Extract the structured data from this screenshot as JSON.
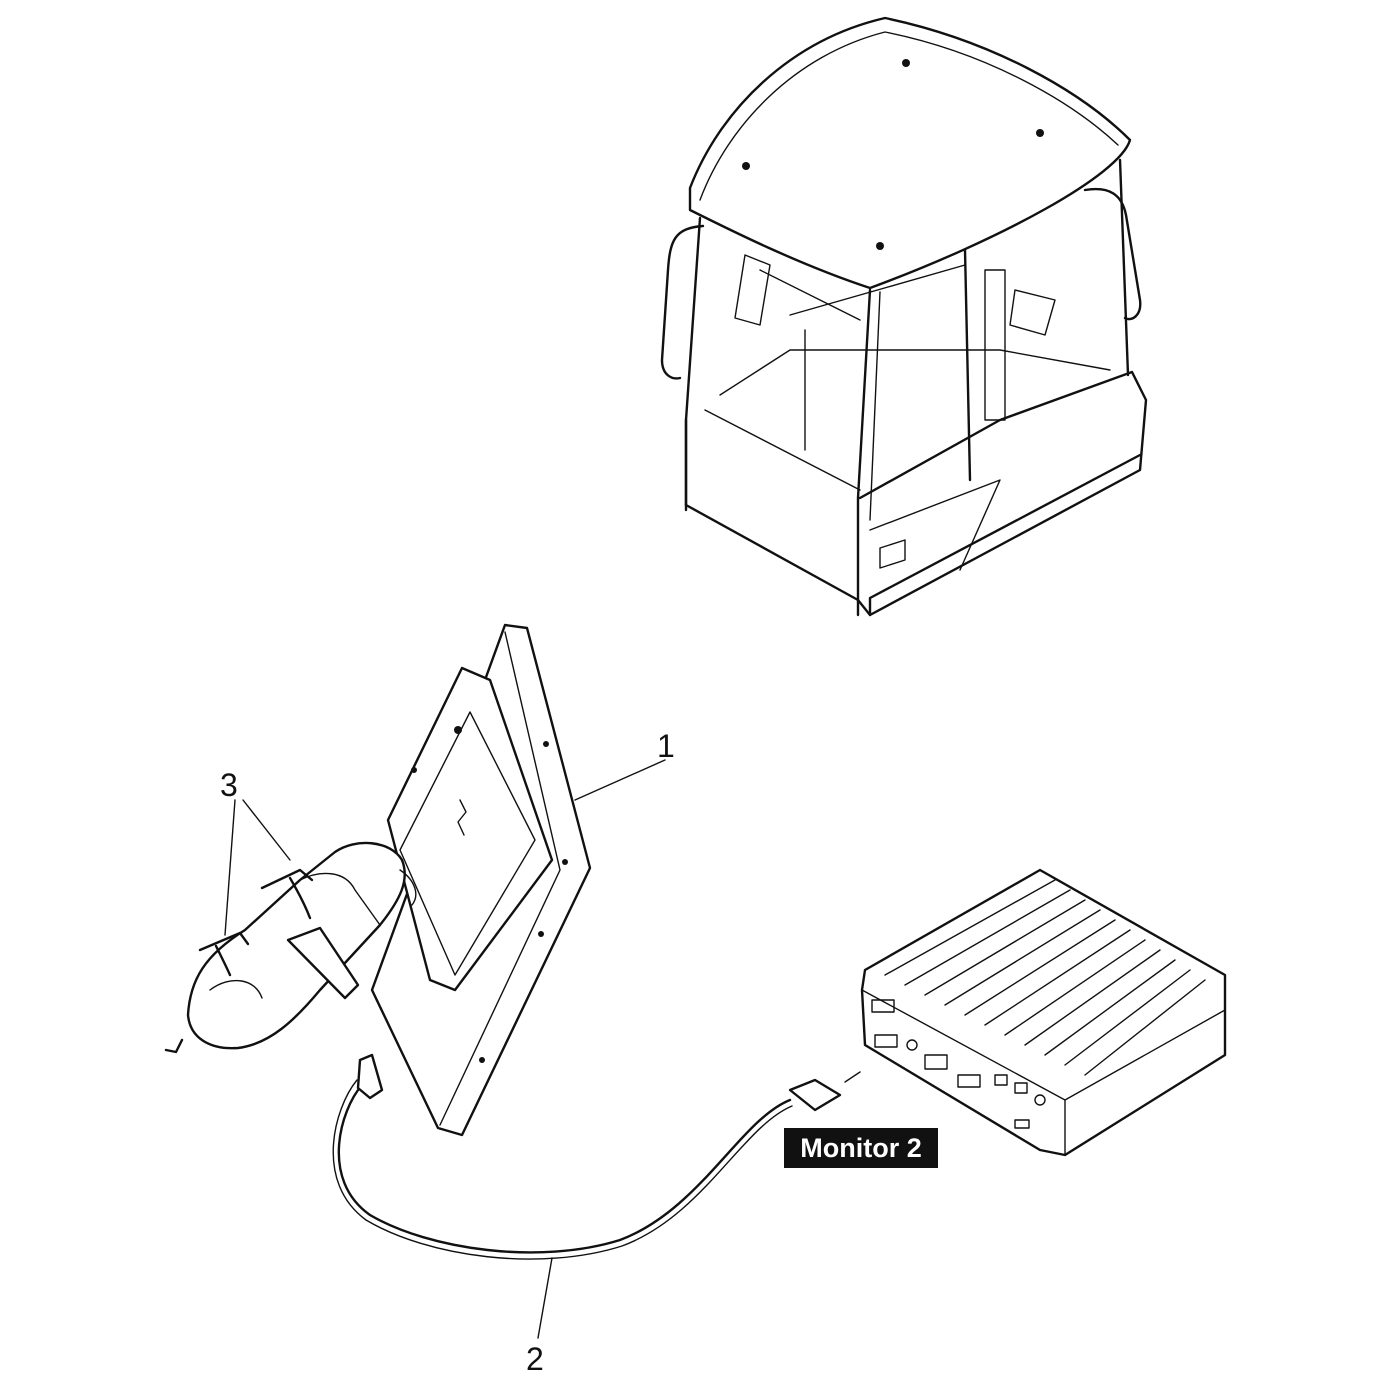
{
  "callouts": {
    "monitor": "1",
    "cable": "2",
    "mount": "3"
  },
  "tag_label": "Monitor 2",
  "colors": {
    "ink": "#111111",
    "background": "#ffffff",
    "tag_background": "#111111",
    "tag_text": "#ffffff"
  }
}
